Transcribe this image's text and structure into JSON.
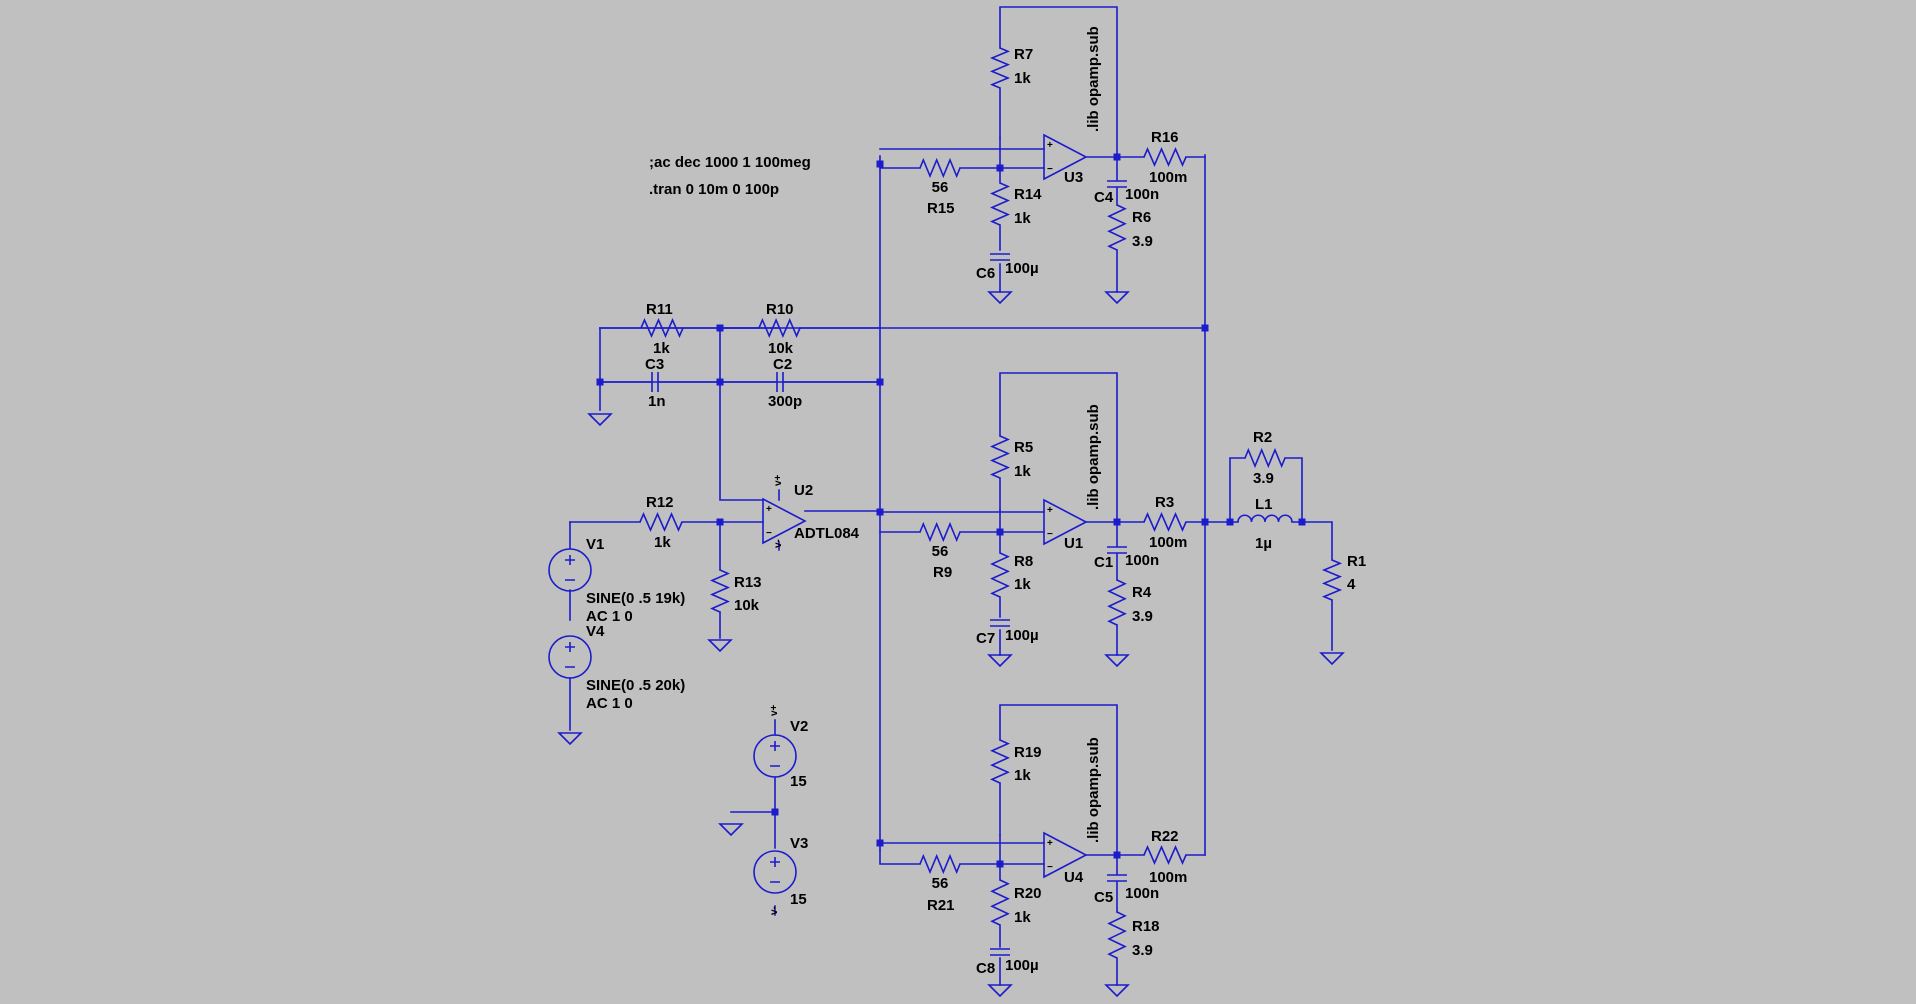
{
  "directives": [
    ";ac dec 1000 1 100meg",
    ".tran 0 10m 0 100p"
  ],
  "lib_directive": ".lib opamp.sub",
  "components": {
    "R7": "1k",
    "R14": "1k",
    "R15": "56",
    "R16": "100m",
    "C4": "100n",
    "R6": "3.9",
    "C6": "100µ",
    "R11": "1k",
    "R10": "10k",
    "C3": "1n",
    "C2": "300p",
    "R12": "1k",
    "R13": "10k",
    "R5": "1k",
    "R8": "1k",
    "R9": "56",
    "R3": "100m",
    "C1": "100n",
    "R4": "3.9",
    "C7": "100µ",
    "R2": "3.9",
    "L1": "1µ",
    "R1": "4",
    "R19": "1k",
    "R20": "1k",
    "R21": "56",
    "R22": "100m",
    "C5": "100n",
    "R18": "3.9",
    "C8": "100µ"
  },
  "opamps": {
    "U1": "U1",
    "U2": "U2",
    "U3": "U3",
    "U4": "U4",
    "U2_model": "ADTL084"
  },
  "sources": {
    "V1": "V1",
    "V1_value": "SINE(0 .5 19k)",
    "V1_ac": "AC 1 0",
    "V4": "V4",
    "V4_value": "SINE(0 .5 20k)",
    "V4_ac": "AC 1 0",
    "V2": "V2",
    "V2_value": "15",
    "V3": "V3",
    "V3_value": "15"
  },
  "nets": {
    "vplus": "v+",
    "vminus": "v-"
  },
  "pins": {
    "plus": "+",
    "minus": "−"
  }
}
